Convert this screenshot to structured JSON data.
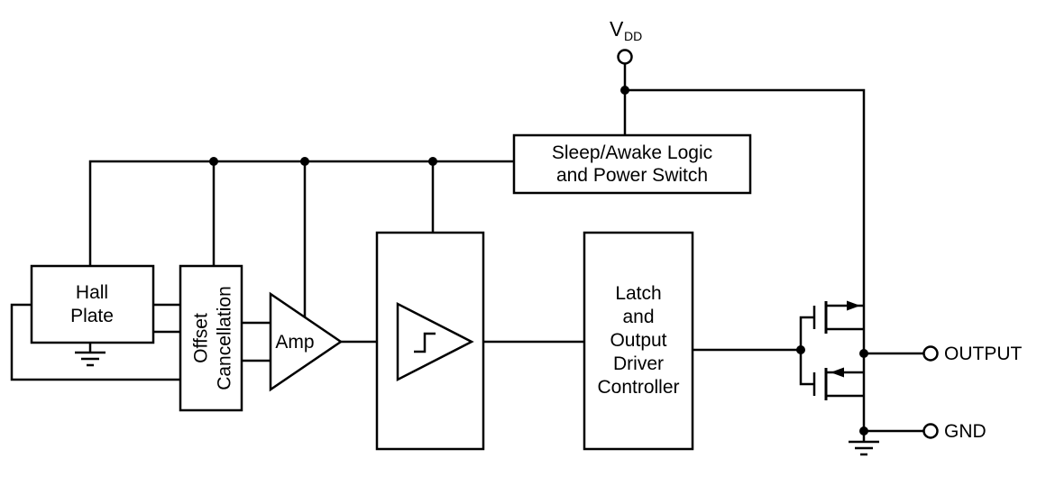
{
  "power": {
    "vdd_main": "V",
    "vdd_sub": "DD"
  },
  "blocks": {
    "sleep_awake": {
      "line1": "Sleep/Awake Logic",
      "line2": "and Power Switch"
    },
    "hall_plate": {
      "line1": "Hall",
      "line2": "Plate"
    },
    "offset_cancellation": {
      "line1": "Offset",
      "line2": "Cancellation"
    },
    "amp": {
      "label": "Amp"
    },
    "latch": {
      "line1": "Latch",
      "line2": "and",
      "line3": "Output",
      "line4": "Driver",
      "line5": "Controller"
    }
  },
  "pins": {
    "output_label": "OUTPUT",
    "gnd_label": "GND"
  },
  "colors": {
    "stroke": "#000000",
    "background": "#ffffff"
  }
}
